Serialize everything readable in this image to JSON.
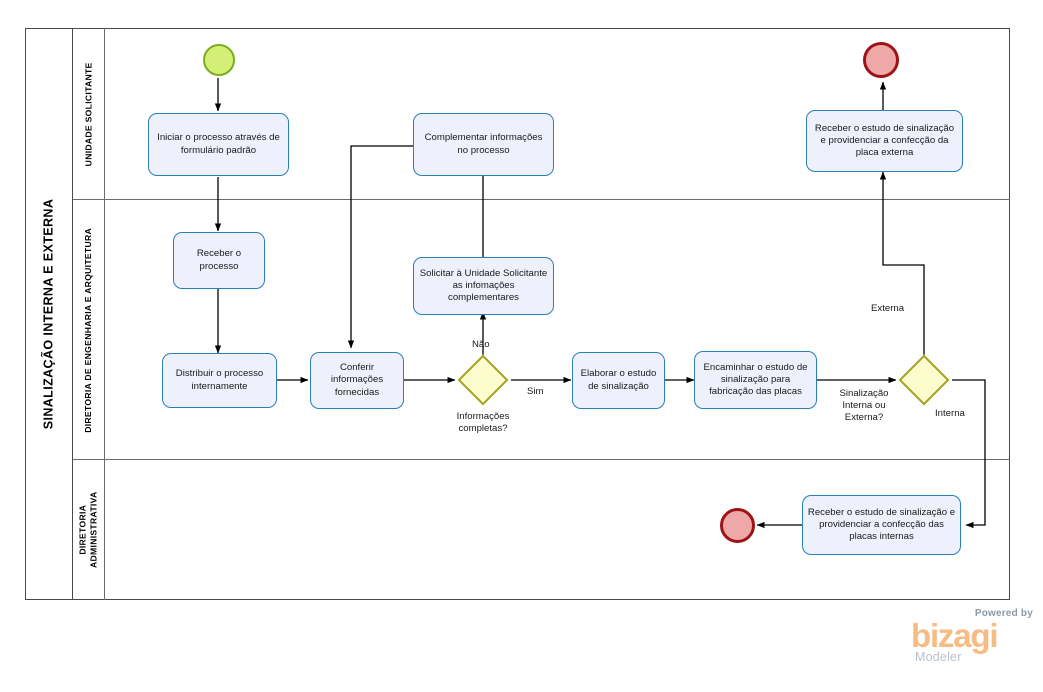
{
  "pool": {
    "title": "SINALIZAÇÃO INTERNA E EXTERNA"
  },
  "lanes": [
    {
      "id": "lane-unidade-solicitante",
      "label": "UNIDADE SOLICITANTE"
    },
    {
      "id": "lane-diretoria-engenharia",
      "label": "DIRETORIA DE ENGENHARIA E ARQUITETURA"
    },
    {
      "id": "lane-diretoria-administrativa",
      "label": "DIRETORIA\nADMINISTRATIVA"
    }
  ],
  "events": [
    {
      "id": "start-event",
      "type": "start",
      "name": "start-event"
    },
    {
      "id": "end-event-externa",
      "type": "end",
      "name": "end-event-externa"
    },
    {
      "id": "end-event-interna",
      "type": "end",
      "name": "end-event-interna"
    }
  ],
  "tasks": [
    {
      "id": "task-iniciar",
      "label": "Iniciar o processo através de formulário padrão"
    },
    {
      "id": "task-complementar",
      "label": "Complementar informações no processo"
    },
    {
      "id": "task-receber-estudo-externa",
      "label": "Receber o estudo de sinalização e providenciar a confecção da placa externa"
    },
    {
      "id": "task-receber-processo",
      "label": "Receber o processo"
    },
    {
      "id": "task-solicitar",
      "label": "Solicitar à Unidade Solicitante as infomações complementares"
    },
    {
      "id": "task-distribuir",
      "label": "Distribuir o processo internamente"
    },
    {
      "id": "task-conferir",
      "label": "Conferir informações fornecidas"
    },
    {
      "id": "task-elaborar",
      "label": "Elaborar o estudo de sinalização"
    },
    {
      "id": "task-encaminhar",
      "label": "Encaminhar o estudo de sinalização para fabricação das placas"
    },
    {
      "id": "task-receber-estudo-interna",
      "label": "Receber o estudo de sinalização e providenciar a confecção das placas internas"
    }
  ],
  "gateways": [
    {
      "id": "gateway-informacoes",
      "label": "Informações\ncompletas?"
    },
    {
      "id": "gateway-sinalizacao",
      "label": "Sinalização\nInterna ou\nExterna?"
    }
  ],
  "flow_labels": [
    {
      "id": "flow-label-nao",
      "text": "Não"
    },
    {
      "id": "flow-label-sim",
      "text": "Sim"
    },
    {
      "id": "flow-label-externa",
      "text": "Externa"
    },
    {
      "id": "flow-label-interna",
      "text": "Interna"
    }
  ],
  "logo": {
    "powered_by": "Powered by",
    "brand": "bizagi",
    "product": "Modeler"
  },
  "colors": {
    "task_fill": "#eef1fc",
    "task_border": "#2a7fb5",
    "start_fill": "#d4ef76",
    "start_border": "#7aad1e",
    "end_fill": "#efa8a8",
    "end_border": "#9e1317",
    "gateway_fill": "#fbfbcd",
    "gateway_border": "#a3a323",
    "pool_border": "#4a4a4a",
    "brand_orange": "#f6bc84"
  }
}
